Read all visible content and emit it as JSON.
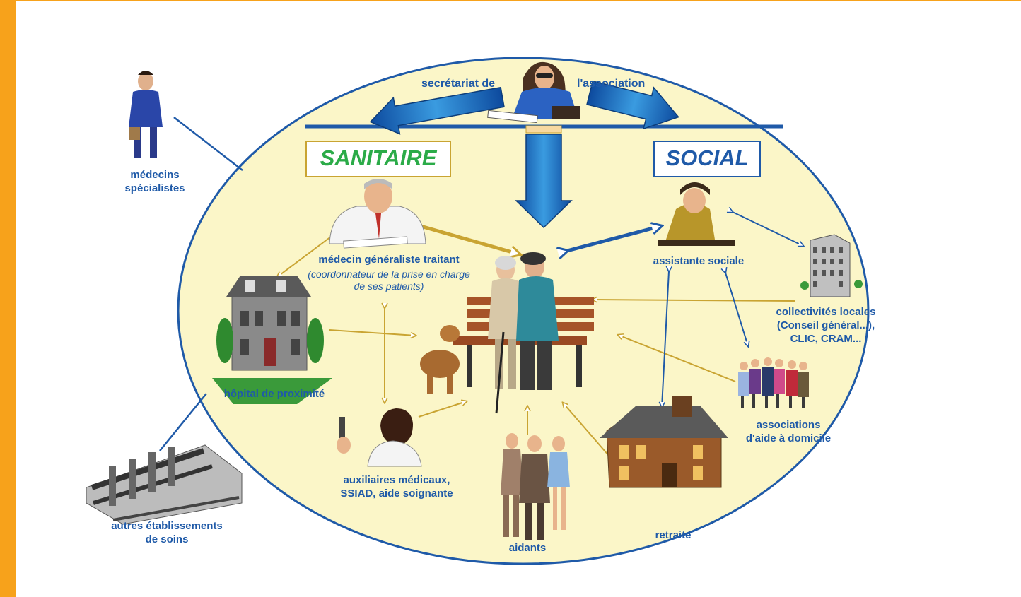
{
  "header": {
    "secretariat_left": "secrétariat de",
    "secretariat_right": "l'association"
  },
  "sections": {
    "sanitaire": "SANITAIRE",
    "social": "SOCIAL"
  },
  "external": {
    "specialists_line1": "médecins",
    "specialists_line2": "spécialistes",
    "other_care_line1": "autres établissements",
    "other_care_line2": "de soins"
  },
  "actors": {
    "doctor": "médecin généraliste traitant",
    "doctor_note_line1": "(coordonnateur de la prise en charge",
    "doctor_note_line2": "de ses patients)",
    "hospital": "hôpital de proximité",
    "auxiliaries_line1": "auxiliaires médicaux,",
    "auxiliaries_line2": "SSIAD, aide soignante",
    "helpers": "aidants",
    "retirement": "retraite",
    "social_worker": "assistante sociale",
    "local_authorities_line1": "collectivités locales",
    "local_authorities_line2": "(Conseil général...),",
    "local_authorities_line3": "CLIC, CRAM...",
    "home_help_line1": "associations",
    "home_help_line2": "d'aide à domicile"
  },
  "colors": {
    "accent": "#f7a21b",
    "ellipse_fill": "#fbf6c8",
    "social_blue": "#1f5aa8",
    "health_gold": "#c9a432",
    "health_green": "#2bab48"
  }
}
